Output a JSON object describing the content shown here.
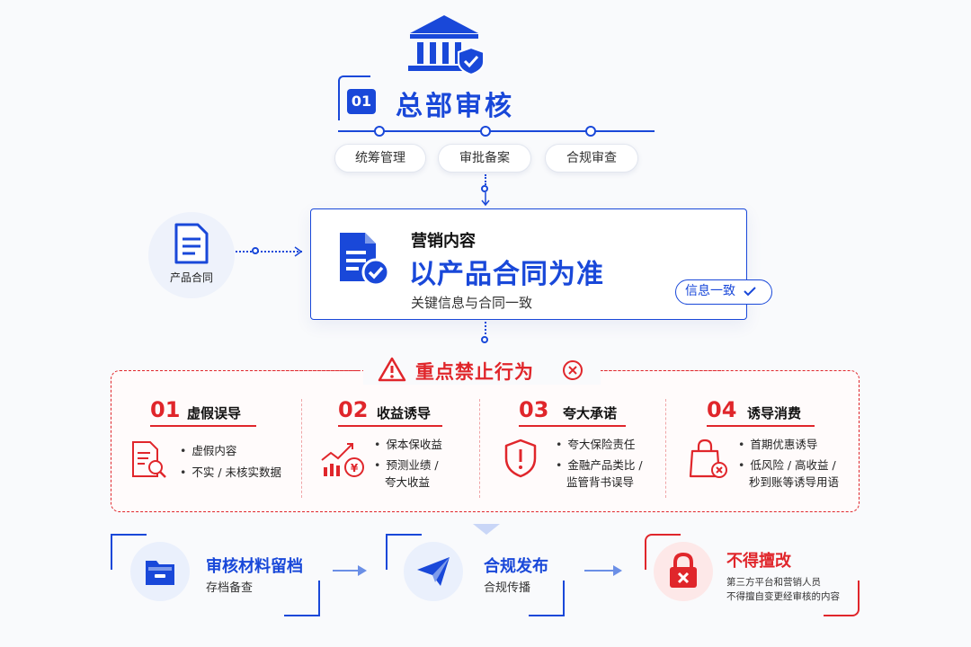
{
  "hq": {
    "number": "01",
    "title": "总部审核",
    "tags": [
      "统筹管理",
      "审批备案",
      "合规审查"
    ]
  },
  "contract": {
    "label": "产品合同"
  },
  "marketing": {
    "subtitle": "营销内容",
    "title": "以产品合同为准",
    "description": "关键信息与合同一致",
    "badge": "信息一致"
  },
  "prohibited": {
    "title": "重点禁止行为",
    "items": [
      {
        "num": "01",
        "title": "虚假误导",
        "icon": "document-search-icon",
        "bullets": [
          [
            "虚假内容"
          ],
          [
            "不实 / 未核实数据"
          ]
        ]
      },
      {
        "num": "02",
        "title": "收益诱导",
        "icon": "rising-yield-icon",
        "bullets": [
          [
            "保本保收益"
          ],
          [
            "预测业绩 /",
            "夸大收益"
          ]
        ]
      },
      {
        "num": "03",
        "title": "夸大承诺",
        "icon": "shield-alert-icon",
        "bullets": [
          [
            "夸大保险责任"
          ],
          [
            "金融产品类比 /",
            "监管背书误导"
          ]
        ]
      },
      {
        "num": "04",
        "title": "诱导消费",
        "icon": "shopping-bag-x-icon",
        "bullets": [
          [
            "首期优惠诱导"
          ],
          [
            "低风险 / 高收益 /",
            "秒到账等诱导用语"
          ]
        ]
      }
    ]
  },
  "flow": {
    "archive": {
      "title": "审核材料留档",
      "subtitle": "存档备查",
      "icon": "folder-icon"
    },
    "publish": {
      "title": "合规发布",
      "subtitle": "合规传播",
      "icon": "paper-plane-icon"
    },
    "nomodify": {
      "title": "不得擅改",
      "line1": "第三方平台和营销人员",
      "line2": "不得擅自变更经审核的内容",
      "icon": "lock-x-icon"
    }
  },
  "colors": {
    "primary": "#1948d9",
    "danger": "#e0262b"
  }
}
